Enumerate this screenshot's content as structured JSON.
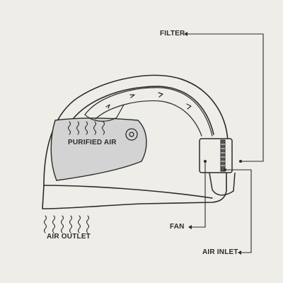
{
  "labels": {
    "filter": "FILTER",
    "purified_air": "PURIFIED AIR",
    "air_outlet": "AIR OUTLET",
    "fan": "FAN",
    "air_inlet": "AIR INLET"
  },
  "colors": {
    "background": "#efede8",
    "ink": "#2b2b2b",
    "visor": "#d3d3d3"
  }
}
